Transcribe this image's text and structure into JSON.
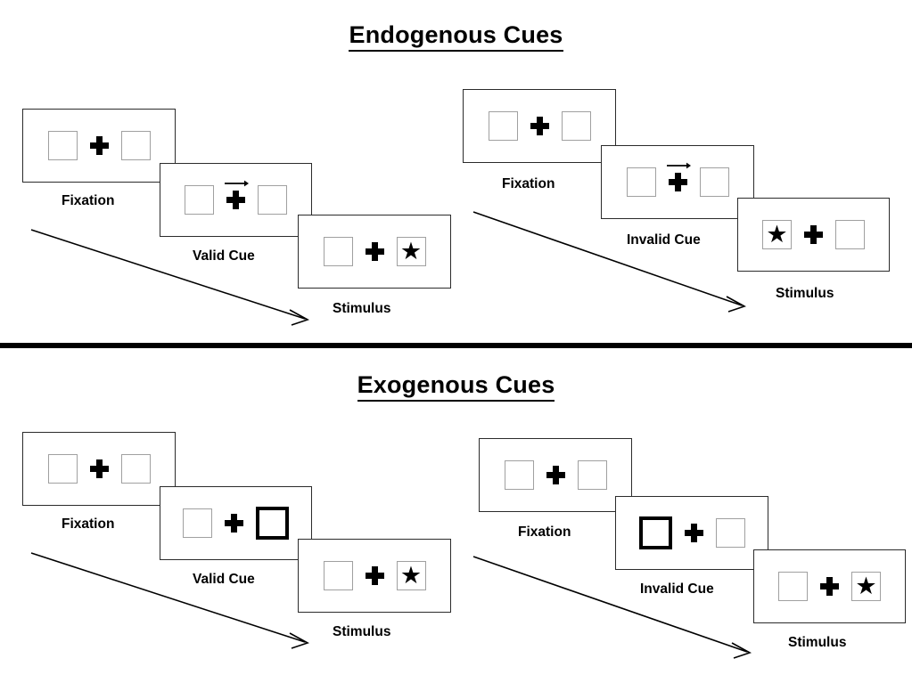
{
  "figure": {
    "sections": [
      {
        "id": "endogenous",
        "title": "Endogenous Cues",
        "conditions": [
          {
            "id": "endogenous-valid",
            "frames": [
              {
                "caption": "Fixation",
                "cue_type": "none",
                "cued_side": "none",
                "left_box": "empty",
                "right_box": "empty"
              },
              {
                "caption": "Valid Cue",
                "cue_type": "arrow",
                "cued_side": "right",
                "left_box": "empty",
                "right_box": "empty"
              },
              {
                "caption": "Stimulus",
                "cue_type": "none",
                "cued_side": "none",
                "left_box": "empty",
                "right_box": "star"
              }
            ]
          },
          {
            "id": "endogenous-invalid",
            "frames": [
              {
                "caption": "Fixation",
                "cue_type": "none",
                "cued_side": "none",
                "left_box": "empty",
                "right_box": "empty"
              },
              {
                "caption": "Invalid Cue",
                "cue_type": "arrow",
                "cued_side": "right",
                "left_box": "empty",
                "right_box": "empty"
              },
              {
                "caption": "Stimulus",
                "cue_type": "none",
                "cued_side": "none",
                "left_box": "star",
                "right_box": "empty"
              }
            ]
          }
        ]
      },
      {
        "id": "exogenous",
        "title": "Exogenous Cues",
        "conditions": [
          {
            "id": "exogenous-valid",
            "frames": [
              {
                "caption": "Fixation",
                "cue_type": "none",
                "cued_side": "none",
                "left_box": "empty",
                "right_box": "empty"
              },
              {
                "caption": "Valid Cue",
                "cue_type": "highlight",
                "cued_side": "right",
                "left_box": "empty",
                "right_box": "empty"
              },
              {
                "caption": "Stimulus",
                "cue_type": "none",
                "cued_side": "none",
                "left_box": "empty",
                "right_box": "star"
              }
            ]
          },
          {
            "id": "exogenous-invalid",
            "frames": [
              {
                "caption": "Fixation",
                "cue_type": "none",
                "cued_side": "none",
                "left_box": "empty",
                "right_box": "empty"
              },
              {
                "caption": "Invalid Cue",
                "cue_type": "highlight",
                "cued_side": "left",
                "left_box": "empty",
                "right_box": "empty"
              },
              {
                "caption": "Stimulus",
                "cue_type": "none",
                "cued_side": "none",
                "left_box": "empty",
                "right_box": "star"
              }
            ]
          }
        ]
      }
    ],
    "symbols": {
      "star_glyph": "★",
      "fixation_cross": "plus-cross",
      "arrow_cue": "right-arrow",
      "timeline_arrow": "diagonal-time-arrow"
    },
    "colors": {
      "ink": "#000000",
      "panel_border": "#2b2b2b",
      "box_border": "#a0a0a0",
      "cued_box_border": "#000000",
      "background": "#ffffff"
    }
  }
}
